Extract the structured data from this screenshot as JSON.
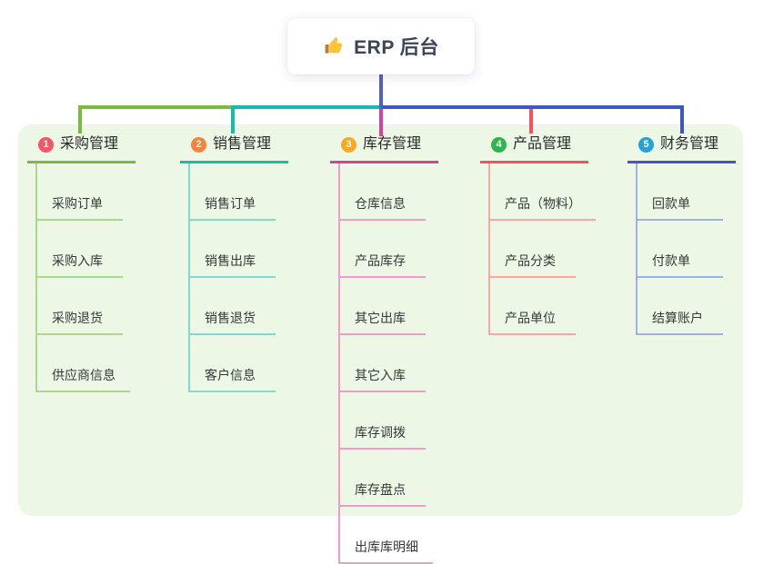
{
  "root": {
    "label": "ERP 后台",
    "icon": "thumbs-up-icon",
    "line_color": "#5060c8"
  },
  "panel": {
    "background": "#ecf7e6"
  },
  "branches": [
    {
      "num": "1",
      "title": "采购管理",
      "color": "#79ba40",
      "light": "#abd88b",
      "badge": "#f25767",
      "children": [
        "采购订单",
        "采购入库",
        "采购退货",
        "供应商信息"
      ]
    },
    {
      "num": "2",
      "title": "销售管理",
      "color": "#16bcab",
      "light": "#86d8cf",
      "badge": "#f5833d",
      "children": [
        "销售订单",
        "销售出库",
        "销售退货",
        "客户信息"
      ]
    },
    {
      "num": "3",
      "title": "库存管理",
      "color": "#d8409c",
      "light": "#f19cc6",
      "badge": "#f7a824",
      "children": [
        "仓库信息",
        "产品库存",
        "其它出库",
        "其它入库",
        "库存调拨",
        "库存盘点",
        "出库库明细"
      ]
    },
    {
      "num": "4",
      "title": "产品管理",
      "color": "#f4525f",
      "light": "#f9a6a6",
      "badge": "#2eb550",
      "children": [
        "产品（物料）",
        "产品分类",
        "产品单位"
      ]
    },
    {
      "num": "5",
      "title": "财务管理",
      "color": "#4156c4",
      "light": "#9fb0e6",
      "badge": "#2aa0d9",
      "children": [
        "回款单",
        "付款单",
        "结算账户"
      ]
    }
  ]
}
